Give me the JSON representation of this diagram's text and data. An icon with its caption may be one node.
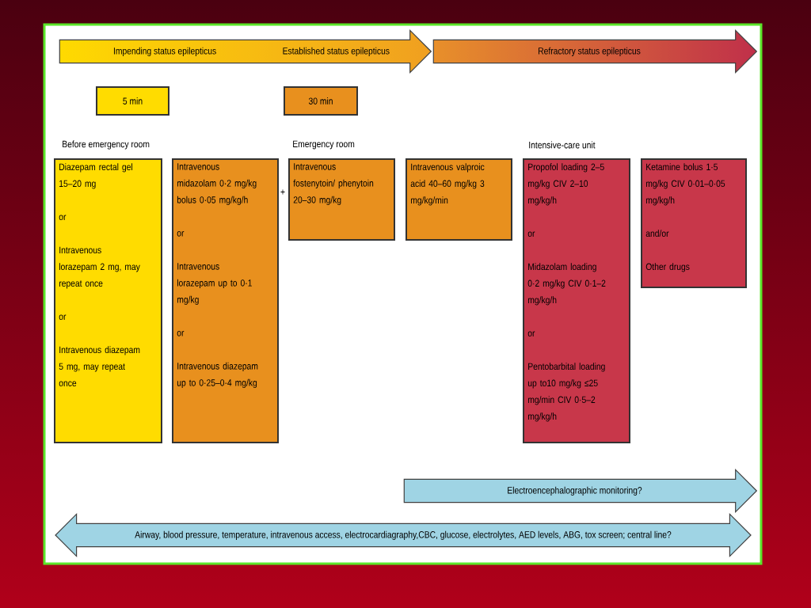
{
  "diagram": {
    "nodes": [
      {
        "text": [
          "Impending status epilepticus",
          "Established status epilepticus"
        ]
      },
      {
        "text": [
          "Refractory status epilepticus"
        ]
      },
      {
        "text": [
          "5 min"
        ]
      },
      {
        "text": [
          "30 min"
        ]
      },
      {
        "text": [
          "Diazepam rectal gel 15–20 mg",
          "or",
          "Intravenous lorazepam 2 mg, may repeat once",
          "or",
          "Intravenous diazepam 5 mg, may repeat once"
        ]
      },
      {
        "text": [
          "Intravenous midazolam 0·2 mg/kg bolus 0·05 mg/kg/h",
          "or",
          "Intravenous lorazepam up to 0·1 mg/kg",
          "or",
          "Intravenous diazepam up to 0·25–0·4 mg/kg"
        ]
      },
      {
        "text": [
          "Intravenous fostenytoin/ phenytoin 20–30 mg/kg"
        ]
      },
      {
        "text": [
          "Intravenous valproic acid 40–60 mg/kg 3 mg/kg/min"
        ]
      },
      {
        "text": [
          "Propofol loading 2–5 mg/kg CIV 2–10 mg/kg/h",
          "or",
          "Midazolam loading 0·2 mg/kg CIV 0·1–2 mg/kg/h",
          "or",
          "Pentobarbital loading up to10 mg/kg ≤25 mg/min CIV 0·5–2 mg/kg/h"
        ]
      },
      {
        "text": [
          "Ketamine bolus 1·5 mg/kg CIV 0·01–0·05 mg/kg/h",
          "and/or",
          "Other drugs"
        ]
      },
      {
        "text": [
          "Electroencephalographic monitoring?"
        ]
      },
      {
        "text": [
          "Airway, blood pressure, temperature, intravenous access, electrocardiagraphy,CBC, glucose, electrolytes, AED levels, ABG, tox screen; central line?"
        ]
      }
    ],
    "labels": [
      "Before emergency room",
      "Emergency room",
      "Intensive-care unit",
      "+"
    ]
  }
}
